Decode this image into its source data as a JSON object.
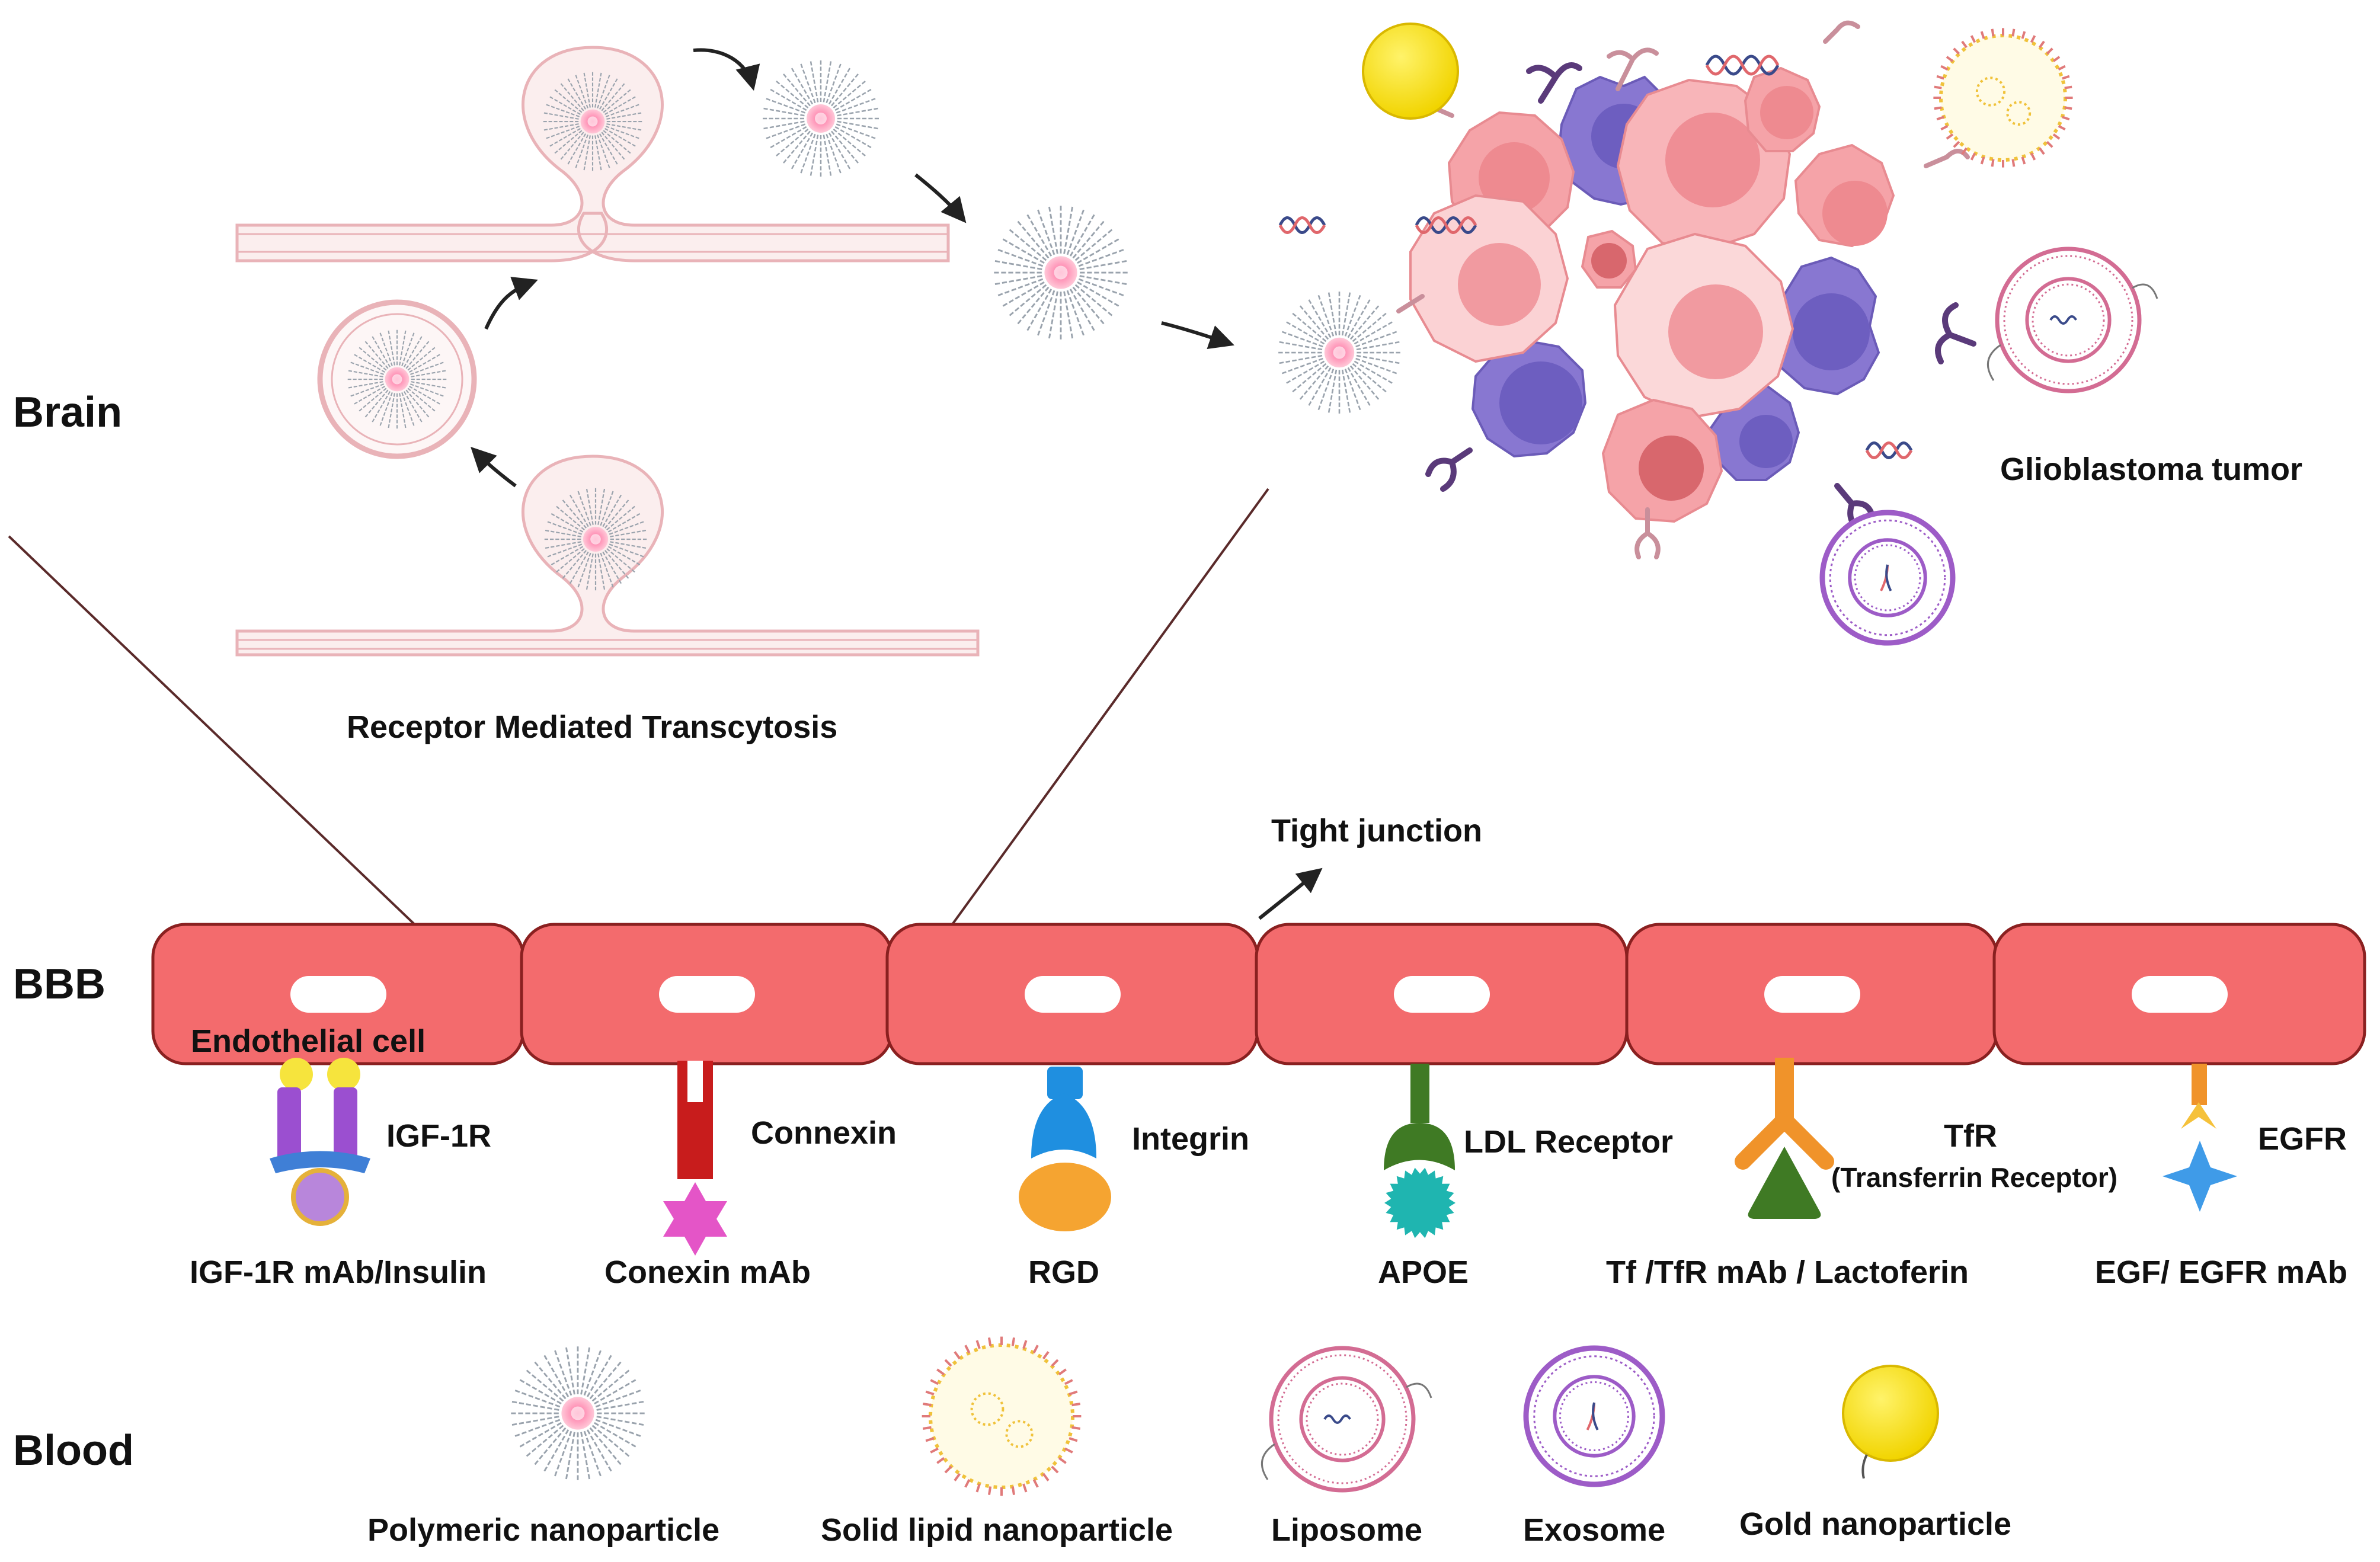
{
  "zones": {
    "brain": "Brain",
    "bbb": "BBB",
    "blood": "Blood"
  },
  "transcytosis": {
    "caption": "Receptor Mediated Transcytosis"
  },
  "tumor": {
    "label": "Glioblastoma tumor"
  },
  "barrier": {
    "tight_junction": "Tight junction",
    "endothelial_cell": "Endothelial cell"
  },
  "receptors": [
    {
      "receptor": "IGF-1R",
      "ligand": "IGF-1R mAb/Insulin"
    },
    {
      "receptor": "Connexin",
      "ligand": "Conexin mAb"
    },
    {
      "receptor": "Integrin",
      "ligand": "RGD"
    },
    {
      "receptor": "LDL Receptor",
      "ligand": "APOE"
    },
    {
      "receptor": "TfR",
      "receptor_note": "(Transferrin Receptor)",
      "ligand": "Tf /TfR mAb / Lactoferin"
    },
    {
      "receptor": "EGFR",
      "ligand": "EGF/ EGFR mAb"
    }
  ],
  "nanoparticles": [
    {
      "name": "Polymeric nanoparticle"
    },
    {
      "name": "Solid lipid nanoparticle"
    },
    {
      "name": "Liposome"
    },
    {
      "name": "Exosome"
    },
    {
      "name": "Gold nanoparticle"
    }
  ],
  "colors": {
    "cell_fill": "#f36b6d",
    "cell_stroke": "#8a2020",
    "membrane": "#e9b3b8",
    "tumor_pink": "#f5a3a8",
    "tumor_purple": "#8877d1",
    "gold": "#f8e51a",
    "polymer_stroke": "#9aa3ad",
    "polymer_core": "#ff8fb4"
  },
  "icons": {
    "polymeric": "spiky-sphere-icon",
    "lipid": "dotted-sphere-icon",
    "liposome": "double-ring-icon",
    "exosome": "dashed-ring-icon",
    "gold": "yellow-sphere-icon",
    "dna": "dna-helix-icon"
  }
}
